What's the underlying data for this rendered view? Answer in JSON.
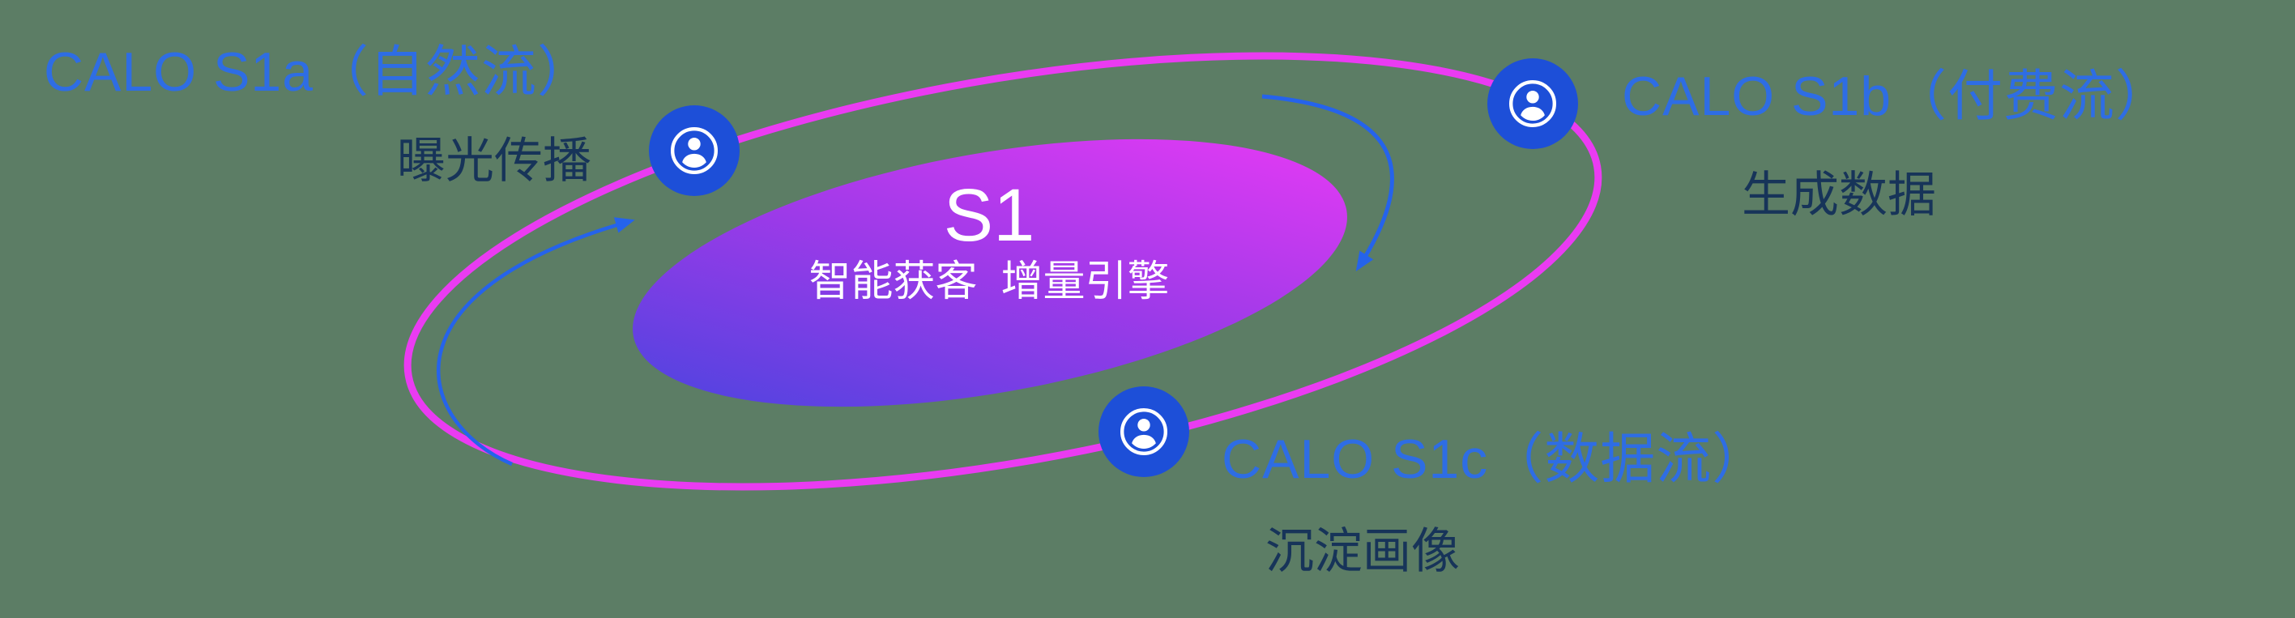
{
  "canvas": {
    "background_color": "#5c7d65"
  },
  "core": {
    "title": "S1",
    "subtitle": "智能获客  增量引擎",
    "gradient_start": "#4a44df",
    "gradient_mid": "#9c3ae8",
    "gradient_end": "#e83af5",
    "text_color": "#ffffff"
  },
  "orbit": {
    "ring_color": "#ea3bf2",
    "arrow_color": "#2563eb"
  },
  "nodes": [
    {
      "id": "s1a",
      "title": "CALO S1a（自然流）",
      "subtitle": "曝光传播",
      "icon": "user-badge-icon"
    },
    {
      "id": "s1b",
      "title": "CALO S1b（付费流）",
      "subtitle": "生成数据",
      "icon": "user-badge-icon"
    },
    {
      "id": "s1c",
      "title": "CALO S1c（数据流）",
      "subtitle": "沉淀画像",
      "icon": "user-badge-icon"
    }
  ],
  "colors": {
    "title_blue": "#2e6de4",
    "subtitle_navy": "#173459",
    "node_blue": "#1d4fd8"
  }
}
